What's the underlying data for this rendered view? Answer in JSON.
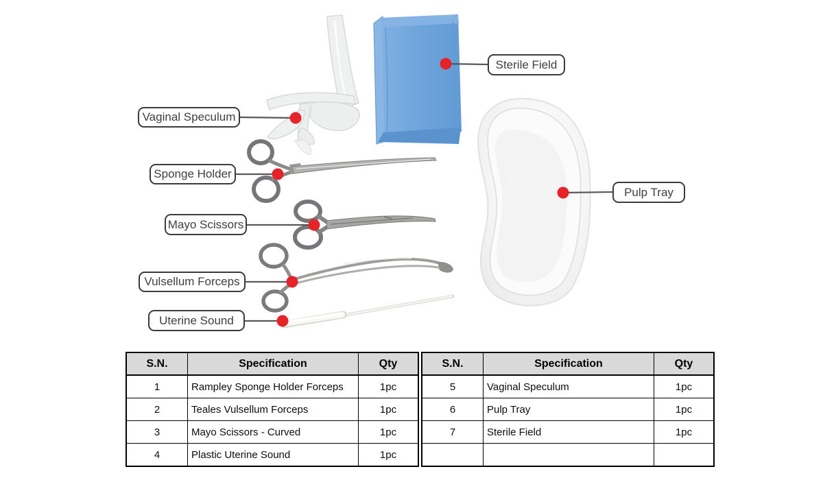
{
  "diagram": {
    "labels": {
      "vaginal_speculum": "Vaginal Speculum",
      "sponge_holder": "Sponge Holder",
      "mayo_scissors": "Mayo Scissors",
      "vulsellum_forceps": "Vulsellum Forceps",
      "uterine_sound": "Uterine Sound",
      "sterile_field": "Sterile Field",
      "pulp_tray": "Pulp Tray"
    },
    "colors": {
      "callout_dot": "#e62328",
      "connector_line": "#58585a",
      "label_border": "#3b3b3b",
      "sterile_field_blue": "#6fa5db",
      "instrument_metal": "#a8a8a6",
      "tray_white": "#f6f6f6"
    }
  },
  "table": {
    "headers": {
      "sn": "S.N.",
      "spec": "Specification",
      "qty": "Qty"
    },
    "left_rows": [
      {
        "sn": "1",
        "spec": "Rampley Sponge Holder Forceps",
        "qty": "1pc"
      },
      {
        "sn": "2",
        "spec": "Teales Vulsellum Forceps",
        "qty": "1pc"
      },
      {
        "sn": "3",
        "spec": "Mayo Scissors - Curved",
        "qty": "1pc"
      },
      {
        "sn": "4",
        "spec": "Plastic Uterine Sound",
        "qty": "1pc"
      }
    ],
    "right_rows": [
      {
        "sn": "5",
        "spec": "Vaginal Speculum",
        "qty": "1pc"
      },
      {
        "sn": "6",
        "spec": "Pulp Tray",
        "qty": "1pc"
      },
      {
        "sn": "7",
        "spec": "Sterile Field",
        "qty": "1pc"
      },
      {
        "sn": "",
        "spec": "",
        "qty": ""
      }
    ]
  }
}
